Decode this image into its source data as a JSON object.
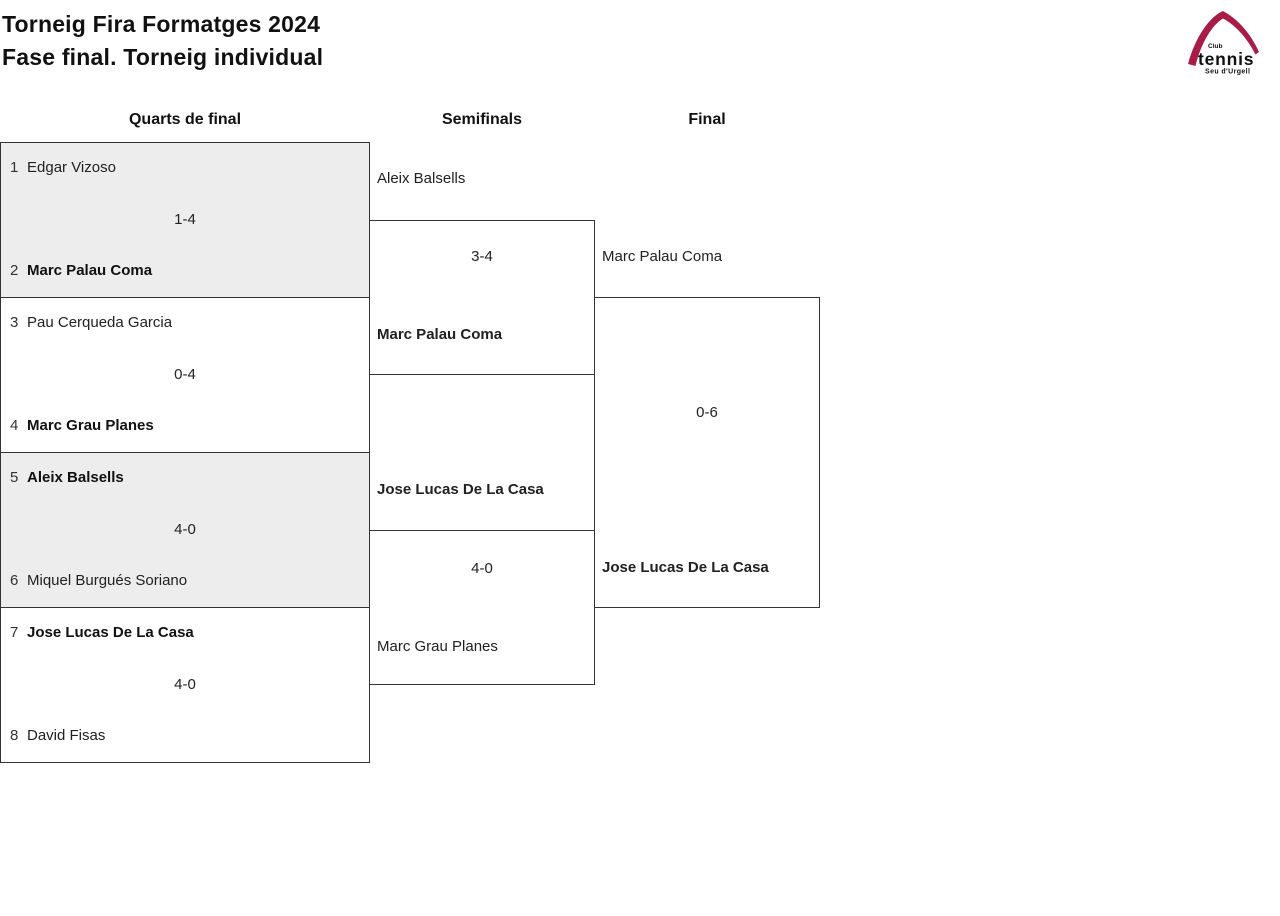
{
  "title": {
    "line1": "Torneig Fira Formatges 2024",
    "line2": "Fase final. Torneig individual"
  },
  "logo": {
    "top_label": "Club",
    "name": "tennis",
    "subtitle": "Seu d'Urgell"
  },
  "columns": {
    "quarterfinals": "Quarts de final",
    "semifinals": "Semifinals",
    "final": "Final"
  },
  "bracket": {
    "quarterfinals": [
      {
        "p1_seed": "1",
        "p1_name": "Edgar Vizoso",
        "p1_winner": false,
        "score": "1-4",
        "p2_seed": "2",
        "p2_name": "Marc Palau Coma",
        "p2_winner": true,
        "shaded": true
      },
      {
        "p1_seed": "3",
        "p1_name": "Pau Cerqueda Garcia",
        "p1_winner": false,
        "score": "0-4",
        "p2_seed": "4",
        "p2_name": "Marc Grau Planes",
        "p2_winner": true,
        "shaded": false
      },
      {
        "p1_seed": "5",
        "p1_name": "Aleix Balsells",
        "p1_winner": true,
        "score": "4-0",
        "p2_seed": "6",
        "p2_name": "Miquel Burgués Soriano",
        "p2_winner": false,
        "shaded": true
      },
      {
        "p1_seed": "7",
        "p1_name": "Jose Lucas De La Casa",
        "p1_winner": true,
        "score": "4-0",
        "p2_seed": "8",
        "p2_name": "David Fisas",
        "p2_winner": false,
        "shaded": false
      }
    ],
    "semifinals": [
      {
        "p1_name": "Aleix Balsells",
        "p1_winner": false,
        "score": "3-4",
        "p2_name": "Marc Palau Coma",
        "p2_winner": true
      },
      {
        "p1_name": "Jose Lucas De La Casa",
        "p1_winner": true,
        "score": "4-0",
        "p2_name": "Marc Grau Planes",
        "p2_winner": false
      }
    ],
    "final": {
      "p1_name": "Marc Palau Coma",
      "p1_winner": false,
      "score": "0-6",
      "p2_name": "Jose Lucas De La Casa",
      "p2_winner": true
    }
  },
  "colors": {
    "accent": "#a81c48",
    "line": "#333333",
    "shaded_bg": "#ededed",
    "text": "#212121"
  }
}
